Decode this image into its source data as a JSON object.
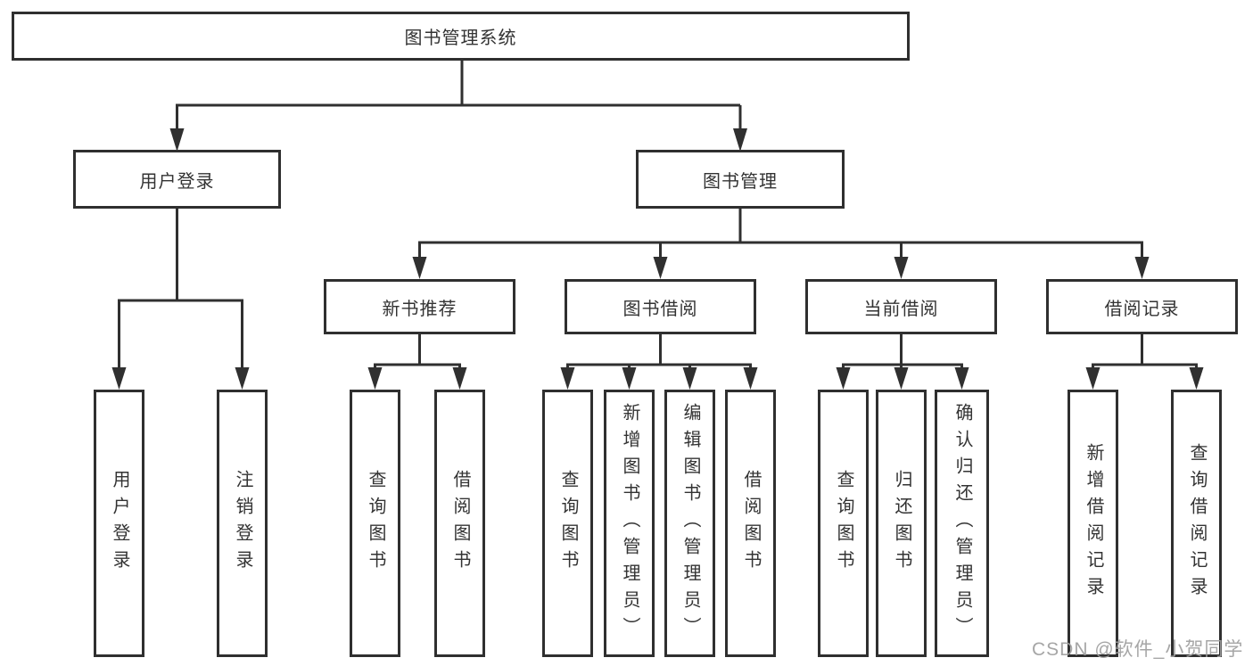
{
  "title": "图书管理系统",
  "colors": {
    "line": "#303030",
    "box_border": "#2f2f2f",
    "text": "#333333",
    "watermark": "#9e9e9e",
    "background": "#ffffff"
  },
  "tree": {
    "root": {
      "label": "图书管理系统"
    },
    "branches": [
      {
        "label": "用户登录",
        "children": [
          {
            "label": "用户登录"
          },
          {
            "label": "注销登录"
          }
        ]
      },
      {
        "label": "图书管理",
        "groups": [
          {
            "label": "新书推荐",
            "children": [
              {
                "label": "查询图书"
              },
              {
                "label": "借阅图书"
              }
            ]
          },
          {
            "label": "图书借阅",
            "children": [
              {
                "label": "查询图书"
              },
              {
                "label": "新增图书（管理员）"
              },
              {
                "label": "编辑图书（管理员）"
              },
              {
                "label": "借阅图书"
              }
            ]
          },
          {
            "label": "当前借阅",
            "children": [
              {
                "label": "查询图书"
              },
              {
                "label": "归还图书"
              },
              {
                "label": "确认归还（管理员）"
              }
            ]
          },
          {
            "label": "借阅记录",
            "children": [
              {
                "label": "新增借阅记录"
              },
              {
                "label": "查询借阅记录"
              }
            ]
          }
        ]
      }
    ]
  },
  "watermark": "CSDN @软件_小贺同学"
}
